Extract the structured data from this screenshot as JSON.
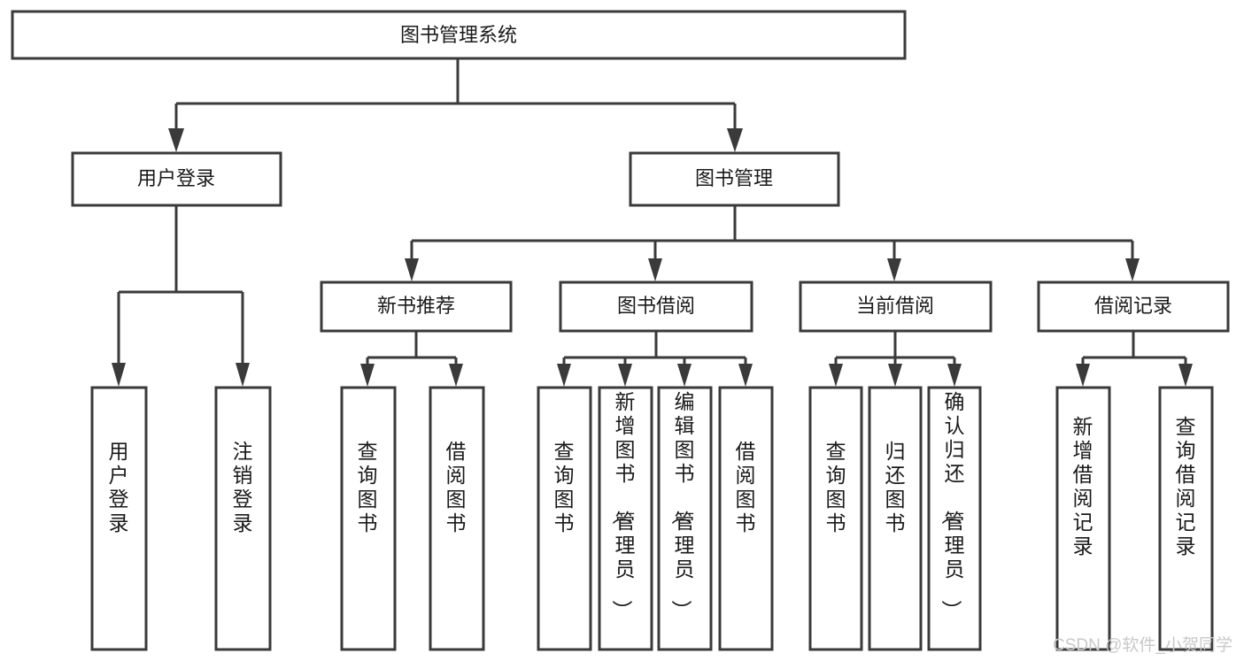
{
  "diagram": {
    "title": "图书管理系统",
    "type": "tree-hierarchy",
    "orientation": "top-down",
    "colors": {
      "box_stroke": "#3a3a3a",
      "box_fill": "#ffffff",
      "text": "#1a1a1a",
      "background": "#ffffff",
      "watermark": "#c9c9c9"
    },
    "root": {
      "label": "图书管理系统",
      "id": "root"
    },
    "level2": [
      {
        "id": "user-login",
        "label": "用户登录"
      },
      {
        "id": "book-manage",
        "label": "图书管理"
      }
    ],
    "level3": [
      {
        "id": "new-book-recommend",
        "label": "新书推荐",
        "parent": "book-manage"
      },
      {
        "id": "book-borrow",
        "label": "图书借阅",
        "parent": "book-manage"
      },
      {
        "id": "current-borrow",
        "label": "当前借阅",
        "parent": "book-manage"
      },
      {
        "id": "borrow-record",
        "label": "借阅记录",
        "parent": "book-manage"
      }
    ],
    "leaves": [
      {
        "id": "leaf-user-login",
        "label": "用户登录",
        "parent": "user-login"
      },
      {
        "id": "leaf-logout-login",
        "label": "注销登录",
        "parent": "user-login"
      },
      {
        "id": "leaf-query-book-1",
        "label": "查询图书",
        "parent": "new-book-recommend"
      },
      {
        "id": "leaf-borrow-book-1",
        "label": "借阅图书",
        "parent": "new-book-recommend"
      },
      {
        "id": "leaf-query-book-2",
        "label": "查询图书",
        "parent": "book-borrow"
      },
      {
        "id": "leaf-add-book",
        "label": "新增图书（管理员）",
        "parent": "book-borrow"
      },
      {
        "id": "leaf-edit-book",
        "label": "编辑图书（管理员）",
        "parent": "book-borrow"
      },
      {
        "id": "leaf-borrow-book-2",
        "label": "借阅图书",
        "parent": "book-borrow"
      },
      {
        "id": "leaf-query-book-3",
        "label": "查询图书",
        "parent": "current-borrow"
      },
      {
        "id": "leaf-return-book",
        "label": "归还图书",
        "parent": "current-borrow"
      },
      {
        "id": "leaf-confirm-return",
        "label": "确认归还（管理员）",
        "parent": "current-borrow"
      },
      {
        "id": "leaf-add-record",
        "label": "新增借阅记录",
        "parent": "borrow-record"
      },
      {
        "id": "leaf-query-record",
        "label": "查询借阅记录",
        "parent": "borrow-record"
      }
    ],
    "watermark": "CSDN @软件_小贺同学"
  }
}
